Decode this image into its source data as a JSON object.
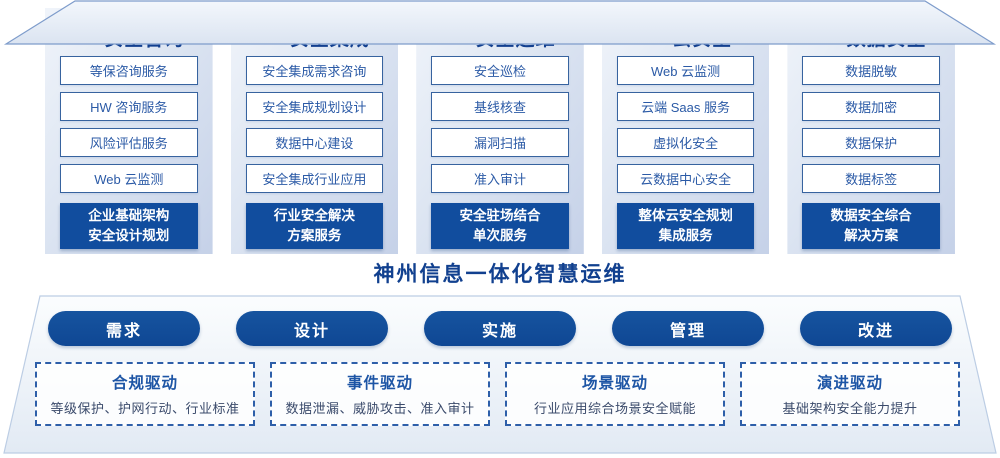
{
  "colors": {
    "navy": "#114d9e",
    "item_blue": "#2b5aa6",
    "header_blue": "#123f8f",
    "dashed_border": "#2e5fa9",
    "desc_text": "#3a4a6b"
  },
  "columns": [
    {
      "title": "安全咨询",
      "icon": "folder-shield-icon",
      "items": [
        "等保咨询服务",
        "HW 咨询服务",
        "风险评估服务",
        "Web 云监测"
      ],
      "highlight": {
        "line1": "企业基础架构",
        "line2": "安全设计规划"
      }
    },
    {
      "title": "安全集成",
      "icon": "copy-docs-icon",
      "items": [
        "安全集成需求咨询",
        "安全集成规划设计",
        "数据中心建设",
        "安全集成行业应用"
      ],
      "highlight": {
        "line1": "行业安全解决",
        "line2": "方案服务"
      }
    },
    {
      "title": "安全运维",
      "icon": "folder-chart-icon",
      "items": [
        "安全巡检",
        "基线核查",
        "漏洞扫描",
        "准入审计"
      ],
      "highlight": {
        "line1": "安全驻场结合",
        "line2": "单次服务"
      }
    },
    {
      "title": "云安全",
      "icon": "cloud-icon",
      "items": [
        "Web 云监测",
        "云端 Saas 服务",
        "虚拟化安全",
        "云数据中心安全"
      ],
      "highlight": {
        "line1": "整体云安全规划",
        "line2": "集成服务"
      }
    },
    {
      "title": "数据安全",
      "icon": "fingerprint-icon",
      "items": [
        "数据脱敏",
        "数据加密",
        "数据保护",
        "数据标签"
      ],
      "highlight": {
        "line1": "数据安全综合",
        "line2": "解决方案"
      }
    }
  ],
  "banner": {
    "title": "神州信息一体化智慧运维"
  },
  "process": [
    "需求",
    "设计",
    "实施",
    "管理",
    "改进"
  ],
  "drivers": [
    {
      "title": "合规驱动",
      "desc": "等级保护、护网行动、行业标准"
    },
    {
      "title": "事件驱动",
      "desc": "数据泄漏、威胁攻击、准入审计"
    },
    {
      "title": "场景驱动",
      "desc": "行业应用综合场景安全赋能"
    },
    {
      "title": "演进驱动",
      "desc": "基础架构安全能力提升"
    }
  ]
}
